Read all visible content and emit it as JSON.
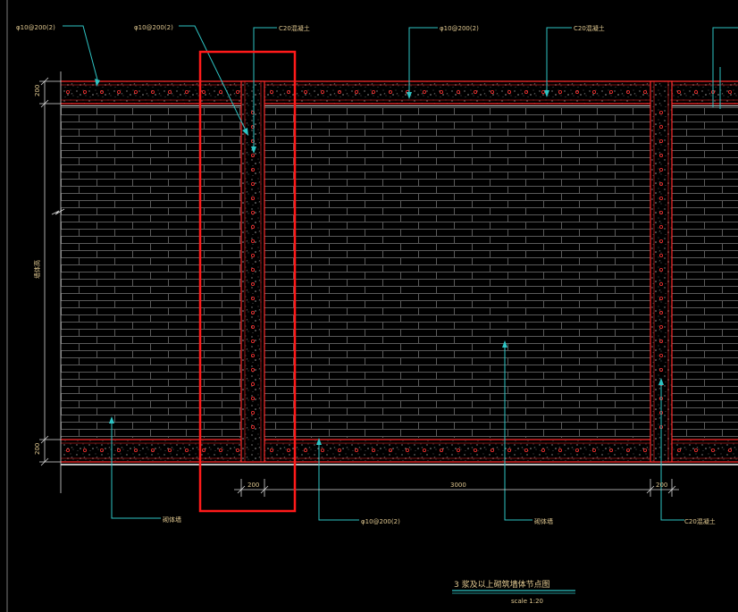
{
  "drawing": {
    "title": "3 浆及以上砌筑墙体节点图",
    "scale": "scale 1:20",
    "callouts": {
      "top_left_rebar": "φ10@200(2)",
      "top_col_rebar": "φ10@200(2)",
      "top_col_concrete": "C20混凝土",
      "top_mid_rebar": "φ10@200(2)",
      "top_right_concrete": "C20混凝土",
      "bottom_left_wall": "砌体墙",
      "bottom_mid_rebar": "φ10@200(2)",
      "bottom_center_wall": "砌体墙",
      "bottom_right_concrete": "C20混凝土"
    },
    "dimensions": {
      "top_beam_height": "200",
      "wall_height": "墙体高",
      "bottom_beam_height": "200",
      "col_width_left": "200",
      "span": "3000",
      "col_width_right": "200"
    },
    "colors": {
      "background": "#000000",
      "brick_lines": "#5a5a5a",
      "concrete_outline": "#ff2a2a",
      "leader_lines": "#2ec4c4",
      "text": "#e0c890",
      "highlight_box": "#ff1a1a"
    }
  }
}
